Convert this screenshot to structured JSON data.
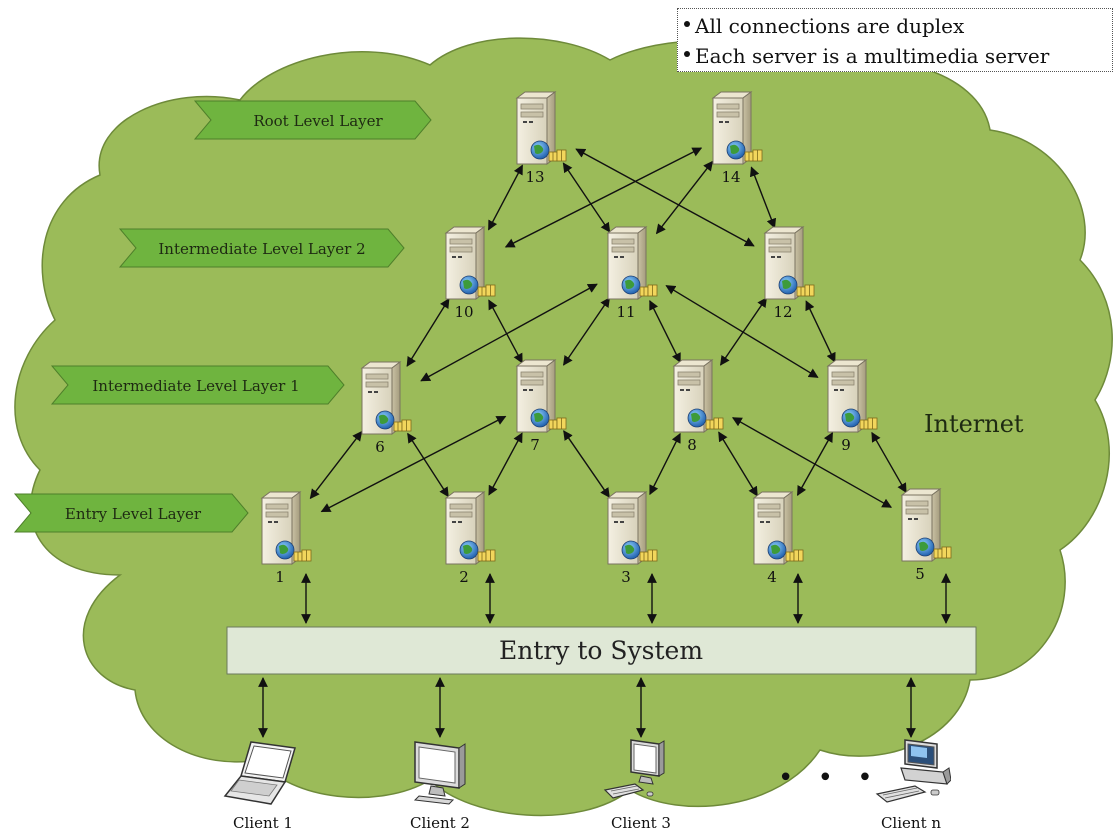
{
  "notes": [
    "All connections are duplex",
    "Each server is a multimedia server"
  ],
  "layers": {
    "root": "Root Level Layer",
    "intermediate2": "Intermediate Level Layer 2",
    "intermediate1": "Intermediate Level Layer 1",
    "entry": "Entry Level Layer"
  },
  "cloud_label": "Internet",
  "entry_bar_label": "Entry to System",
  "servers": [
    {
      "id": "1",
      "label": "1"
    },
    {
      "id": "2",
      "label": "2"
    },
    {
      "id": "3",
      "label": "3"
    },
    {
      "id": "4",
      "label": "4"
    },
    {
      "id": "5",
      "label": "5"
    },
    {
      "id": "6",
      "label": "6"
    },
    {
      "id": "7",
      "label": "7"
    },
    {
      "id": "8",
      "label": "8"
    },
    {
      "id": "9",
      "label": "9"
    },
    {
      "id": "10",
      "label": "10"
    },
    {
      "id": "11",
      "label": "11"
    },
    {
      "id": "12",
      "label": "12"
    },
    {
      "id": "13",
      "label": "13"
    },
    {
      "id": "14",
      "label": "14"
    }
  ],
  "connections": [
    [
      "13",
      "10"
    ],
    [
      "13",
      "11"
    ],
    [
      "13",
      "12"
    ],
    [
      "14",
      "10"
    ],
    [
      "14",
      "11"
    ],
    [
      "14",
      "12"
    ],
    [
      "10",
      "6"
    ],
    [
      "10",
      "7"
    ],
    [
      "11",
      "6"
    ],
    [
      "11",
      "7"
    ],
    [
      "11",
      "8"
    ],
    [
      "11",
      "9"
    ],
    [
      "12",
      "8"
    ],
    [
      "12",
      "9"
    ],
    [
      "6",
      "1"
    ],
    [
      "6",
      "2"
    ],
    [
      "7",
      "1"
    ],
    [
      "7",
      "2"
    ],
    [
      "7",
      "3"
    ],
    [
      "8",
      "3"
    ],
    [
      "8",
      "4"
    ],
    [
      "8",
      "5"
    ],
    [
      "9",
      "4"
    ],
    [
      "9",
      "5"
    ]
  ],
  "clients": [
    {
      "label": "Client 1",
      "icon": "laptop-icon"
    },
    {
      "label": "Client 2",
      "icon": "monitor-icon"
    },
    {
      "label": "Client 3",
      "icon": "monitor-keyboard-icon"
    },
    {
      "label": "Client n",
      "icon": "desktop-pc-icon"
    }
  ],
  "ellipsis": "• • •",
  "colors": {
    "cloud": "#9bbb59",
    "cloud_stroke": "#6e8a3a",
    "layer_tag": "#6fb43f",
    "entry_bar": "#dfe8d6"
  }
}
